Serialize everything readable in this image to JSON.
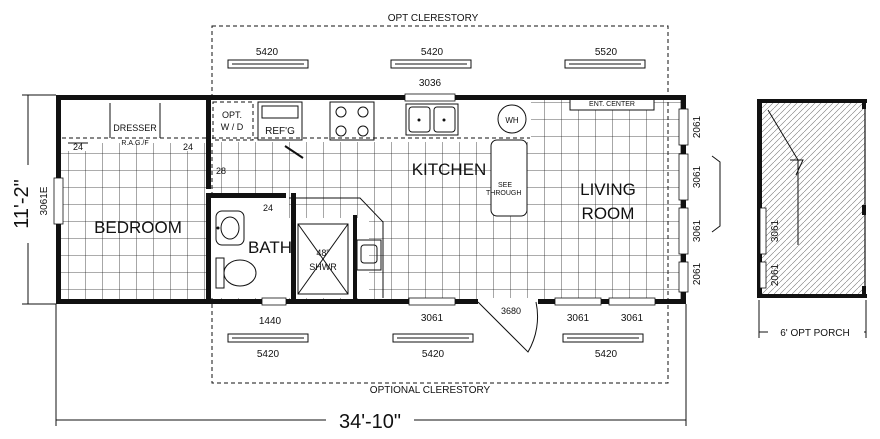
{
  "clerestory": {
    "top": "OPT CLERESTORY",
    "bottom": "OPTIONAL CLERESTORY"
  },
  "windows_top": [
    "5420",
    "5420",
    "5520"
  ],
  "window_kitchen": "3036",
  "windows_bottom_labels": [
    "1440",
    "3061",
    "3061",
    "3061"
  ],
  "windows_bottom_clerestory": [
    "5420",
    "5420",
    "5420"
  ],
  "door_label": "3680",
  "side_windows_right": [
    "2061",
    "3061",
    "3061",
    "2061"
  ],
  "side_window_left": "3061E",
  "rooms": {
    "bedroom": "BEDROOM",
    "bath": "BATH",
    "kitchen": "KITCHEN",
    "living": "LIVING",
    "room": "ROOM"
  },
  "fixtures": {
    "dresser": "DRESSER",
    "rag": "R.A.G./F",
    "closet_a": "24",
    "closet_b": "24",
    "opt_wd_line1": "OPT.",
    "opt_wd_line2": "W / D",
    "refg": "REF'G",
    "wh": "WH",
    "ent_center": "ENT. CENTER",
    "see": "SEE",
    "through": "THROUGH",
    "shower_line1": "48\"",
    "shower_line2": "SHWR",
    "bath_closet": "24",
    "hall": "28"
  },
  "dimensions": {
    "width": "11'-2\"",
    "length": "34'-10\""
  },
  "porch": {
    "label": "6' OPT PORCH",
    "windows": [
      "3061",
      "2061"
    ]
  }
}
